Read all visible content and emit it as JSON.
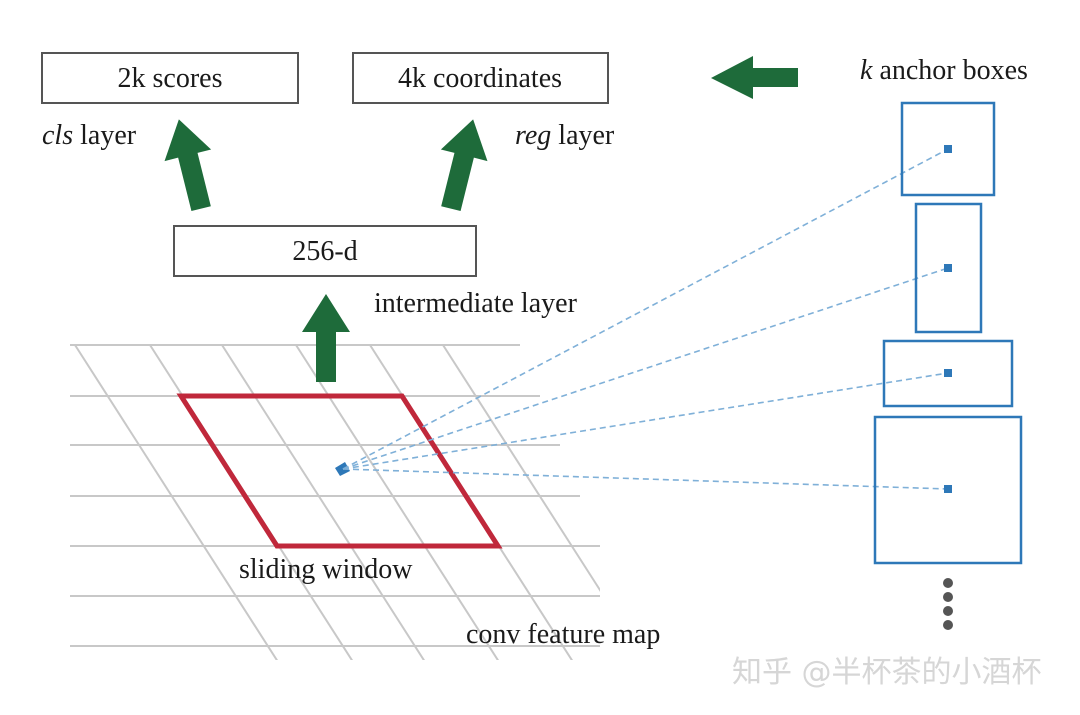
{
  "boxes": {
    "cls_output": "2k scores",
    "reg_output": "4k coordinates",
    "intermediate": "256-d"
  },
  "labels": {
    "cls_layer_italic": "cls",
    "cls_layer_rest": " layer",
    "reg_layer_italic": "reg",
    "reg_layer_rest": " layer",
    "intermediate_layer": "intermediate layer",
    "anchor_k": "k",
    "anchor_rest": " anchor boxes",
    "sliding_window": "sliding window",
    "feature_map": "conv feature map"
  },
  "watermark": "知乎 @半杯茶的小酒杯",
  "anchor_count_shown": 4,
  "colors": {
    "arrow": "#1e6b3a",
    "window": "#c0283b",
    "anchor": "#2e78b8",
    "grid": "#c8c8c8"
  },
  "icons": [
    "up-arrow-icon",
    "left-arrow-icon",
    "ellipsis-dots-icon"
  ]
}
